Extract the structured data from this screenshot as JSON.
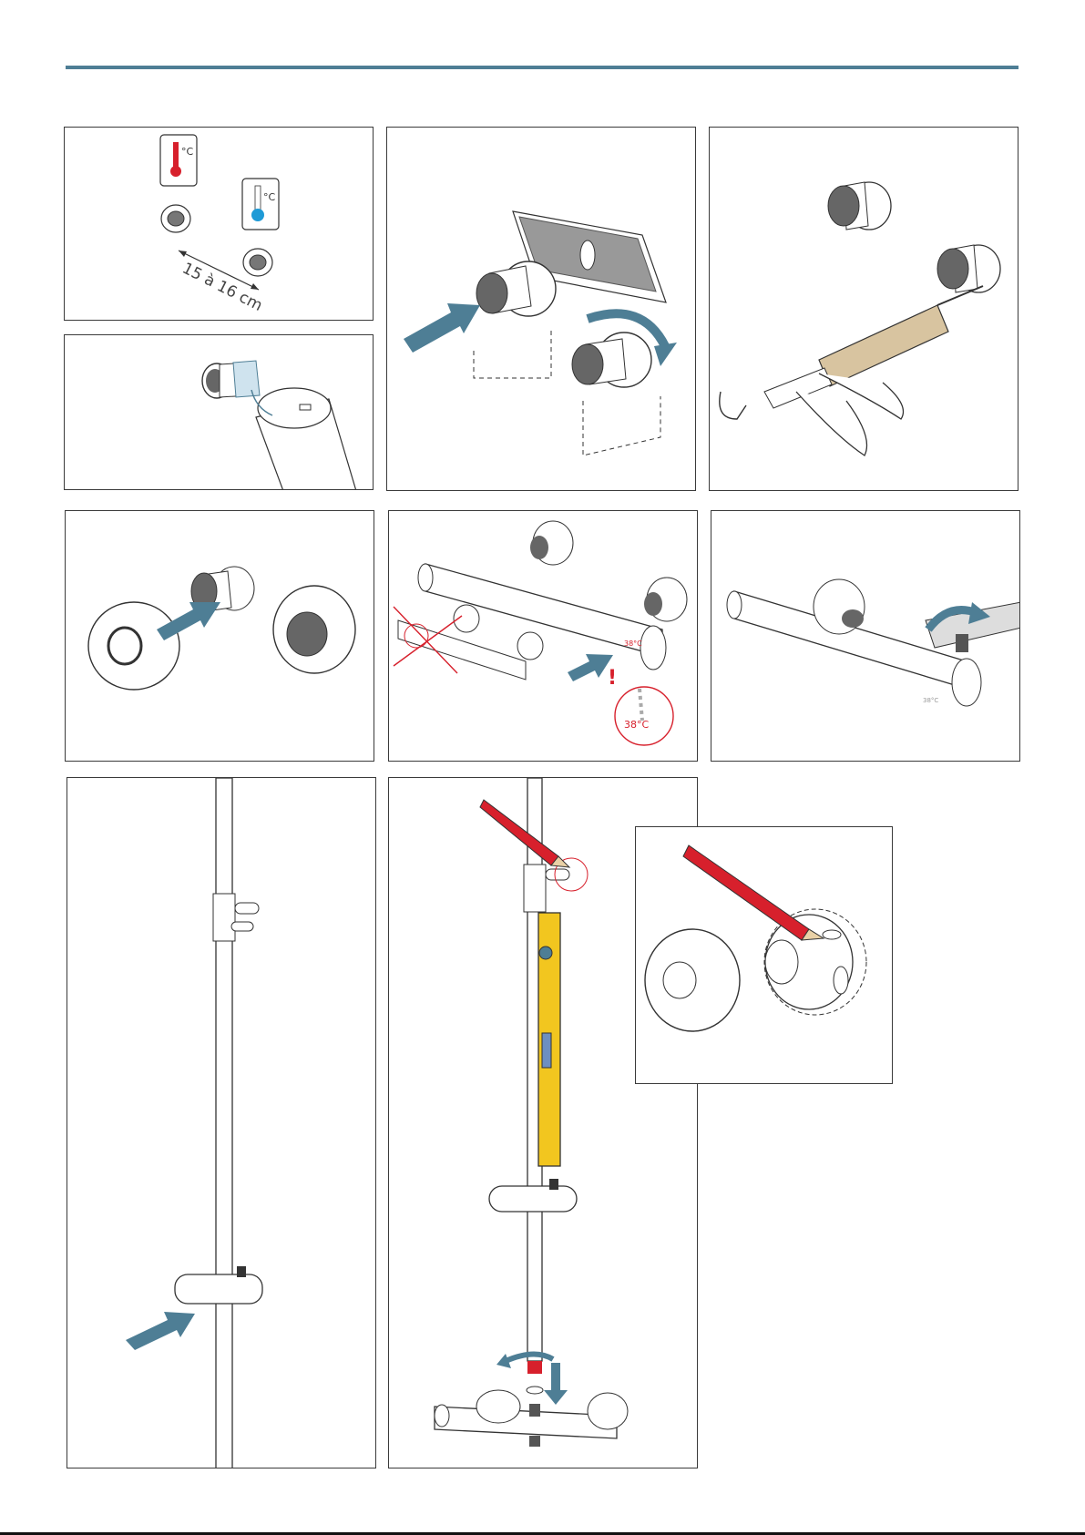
{
  "colors": {
    "accent": "#4e7e95",
    "arrow": "#4e7e95",
    "hot": "#d7202c",
    "cold": "#1e9ad6",
    "warning": "#d7202c",
    "level_yellow": "#f2c61f",
    "pencil_red": "#d7202c",
    "cartridge": "#d8c4a0"
  },
  "steps": {
    "s1": {
      "hot_unit": "°C",
      "cold_unit": "°C",
      "distance": "15 à 16 cm"
    },
    "s2": {},
    "s3": {},
    "s4": {},
    "s5": {},
    "s6": {
      "temp_mark": "38°C",
      "temp_zoom": "38°C",
      "warning": "!"
    },
    "s7": {
      "temp_mark": "38°C"
    },
    "s8": {},
    "s9": {},
    "s10": {}
  },
  "icons": [
    "thermometer-hot-icon",
    "thermometer-cold-icon",
    "push-arrow-icon",
    "rotate-arrow-icon",
    "caulking-gun-icon",
    "wrench-icon",
    "spirit-level-icon",
    "pencil-icon",
    "cross-out-icon",
    "warning-icon"
  ]
}
